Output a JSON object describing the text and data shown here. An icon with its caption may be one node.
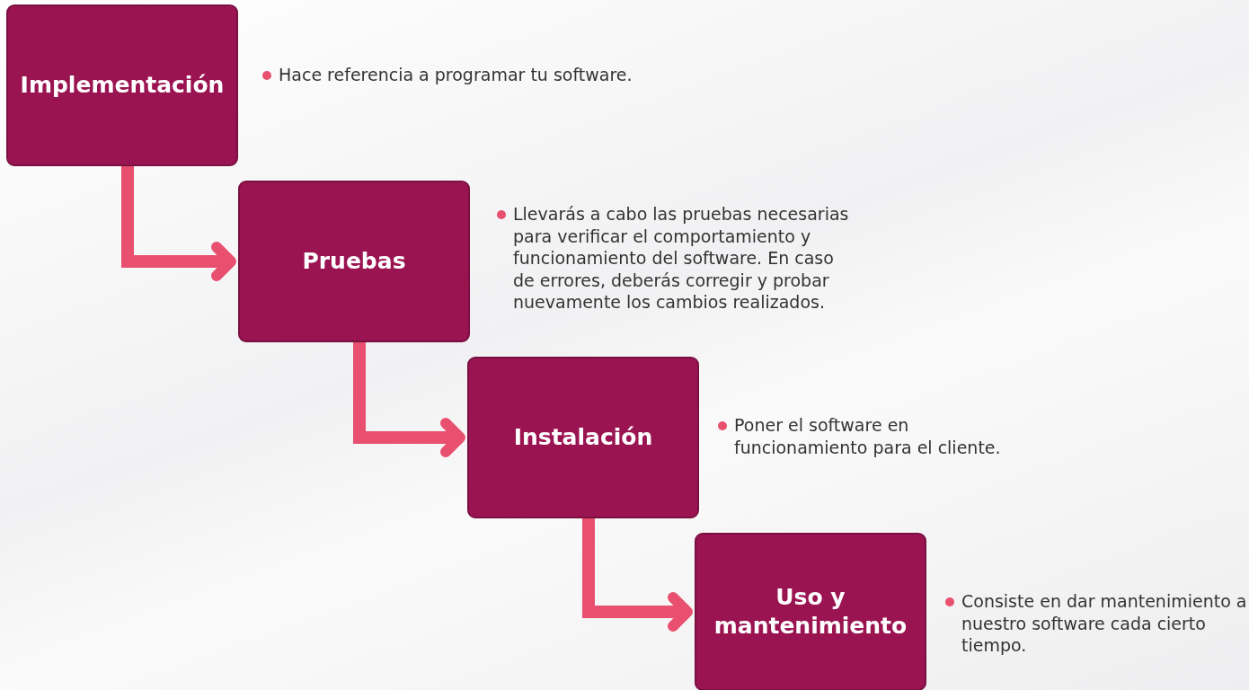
{
  "diagram": {
    "nodes": [
      {
        "text": [
          "Implementación"
        ],
        "beside": [
          "Hace referencia a programar tu software."
        ]
      },
      {
        "text": [
          "Pruebas"
        ],
        "beside": [
          "Llevarás a cabo las pruebas necesarias para verificar el comportamiento y funcionamiento del software. En caso de errores, deberás corregir y probar nuevamente los cambios realizados."
        ]
      },
      {
        "text": [
          "Instalación"
        ],
        "beside": [
          "Poner el software en funcionamiento para el cliente."
        ]
      },
      {
        "text": [
          "Uso y mantenimiento"
        ],
        "beside": [
          "Consiste en dar mantenimiento a nuestro software cada cierto tiempo."
        ]
      }
    ],
    "edges": [
      {
        "from": 0,
        "to": 1,
        "arrow": "to"
      },
      {
        "from": 1,
        "to": 2,
        "arrow": "to"
      },
      {
        "from": 2,
        "to": 3,
        "arrow": "to"
      }
    ]
  }
}
